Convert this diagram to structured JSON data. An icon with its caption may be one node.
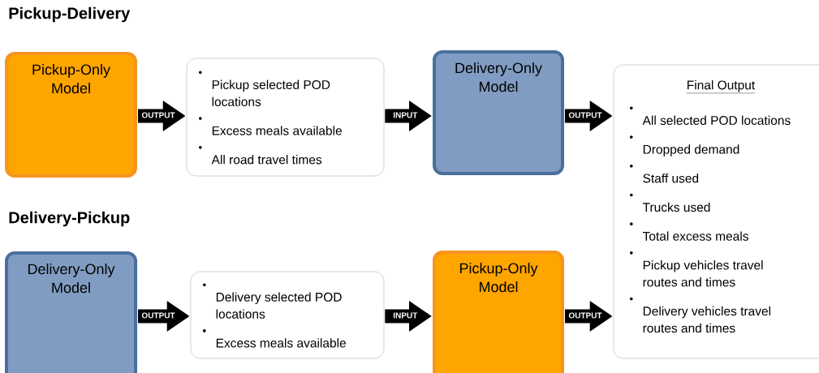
{
  "diagram": {
    "nodes": [
      {
        "text": [
          "Pickup-Only Model"
        ]
      },
      {
        "text": [
          "Pickup selected POD locations",
          "Excess meals available",
          "All road travel times"
        ]
      },
      {
        "text": [
          "Delivery-Only Model"
        ]
      },
      {
        "text": [
          "Final Output",
          "All selected POD locations",
          "Dropped demand",
          "Staff used",
          "Trucks used",
          "Total excess meals",
          "Pickup vehicles travel routes and times",
          "Delivery vehicles travel routes and times"
        ]
      },
      {
        "text": [
          "Delivery-Only Model"
        ]
      },
      {
        "text": [
          "Delivery selected POD locations",
          "Excess meals available"
        ]
      },
      {
        "text": [
          "Pickup-Only Model"
        ]
      }
    ],
    "edges": [
      {
        "from": 0,
        "to": 1,
        "arrow": "to",
        "label": "OUTPUT"
      },
      {
        "from": 1,
        "to": 2,
        "arrow": "to",
        "label": "INPUT"
      },
      {
        "from": 2,
        "to": 3,
        "arrow": "to",
        "label": "OUTPUT"
      },
      {
        "from": 4,
        "to": 5,
        "arrow": "to",
        "label": "OUTPUT"
      },
      {
        "from": 5,
        "to": 6,
        "arrow": "to",
        "label": "INPUT"
      },
      {
        "from": 6,
        "to": 3,
        "arrow": "to",
        "label": "OUTPUT"
      }
    ],
    "labels": [
      "Pickup-Delivery",
      "Delivery-Pickup"
    ]
  }
}
